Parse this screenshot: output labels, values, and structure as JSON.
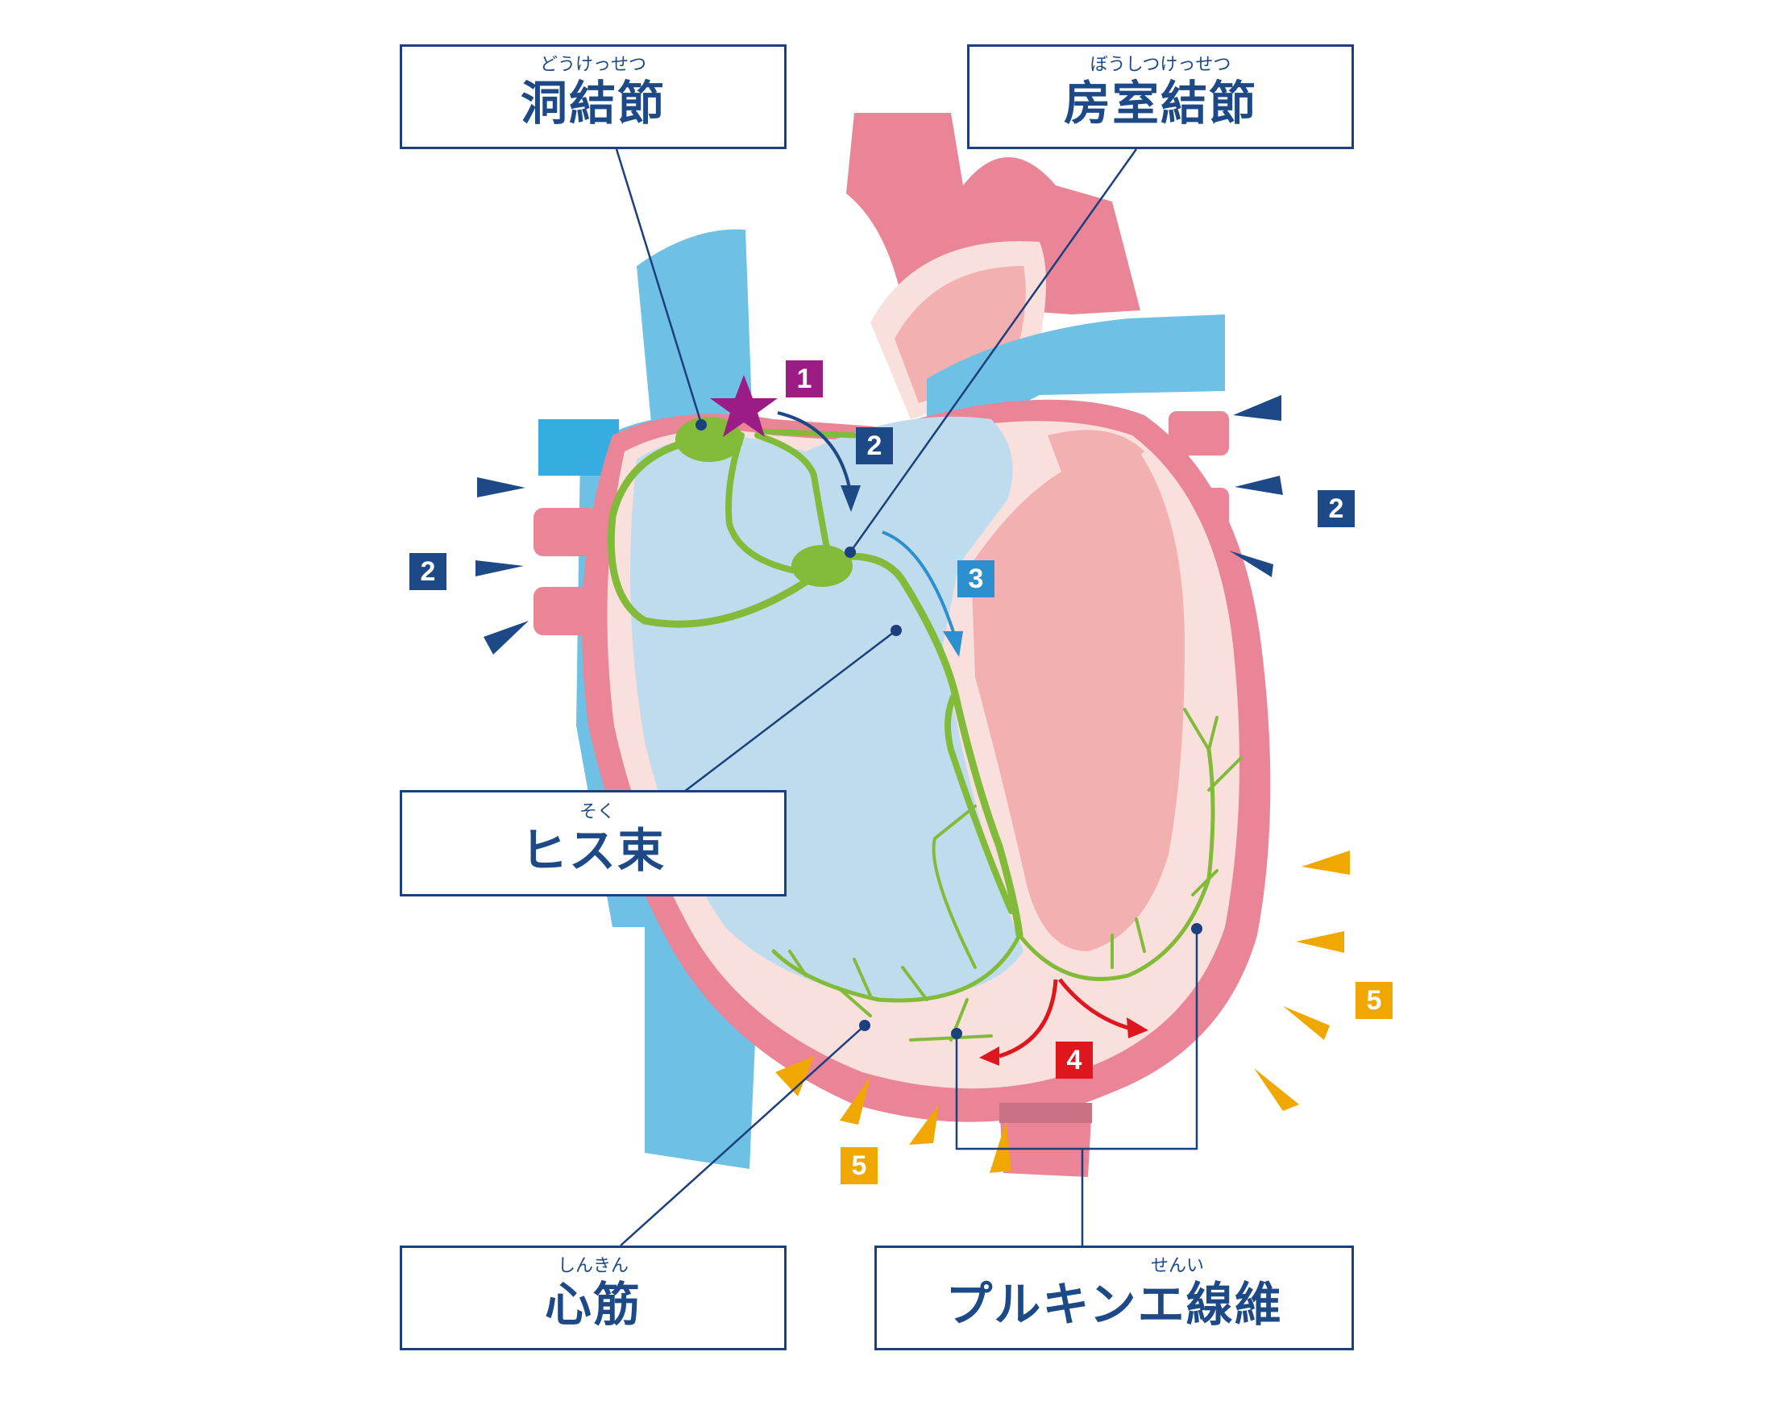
{
  "labels": {
    "sinus_node": {
      "ruby": "どうけっせつ",
      "text": "洞結節"
    },
    "av_node": {
      "ruby": "ぼうしつけっせつ",
      "text": "房室結節"
    },
    "his_bundle": {
      "ruby": "そく",
      "text": "ヒス束"
    },
    "myocardium": {
      "ruby": "しんきん",
      "text": "心筋"
    },
    "purkinje": {
      "ruby": "せんい",
      "text": "プルキンエ線維"
    }
  },
  "steps": {
    "s1": "1",
    "s2": "2",
    "s3": "3",
    "s4": "4",
    "s5": "5"
  },
  "colors": {
    "vein_blue": "#6ec1e4",
    "artery_pink": "#e98597",
    "chamber_light": "#f9e0dc",
    "chamber_pink": "#f2b0b1",
    "chamber_blue": "#bfdcee",
    "conduction_green": "#82bb3a",
    "label_border": "#1c3f7d",
    "step1": "#9b1c85",
    "step2": "#1d4a86",
    "step3": "#2e8fce",
    "step4": "#e0161e",
    "step5": "#f0a800"
  }
}
